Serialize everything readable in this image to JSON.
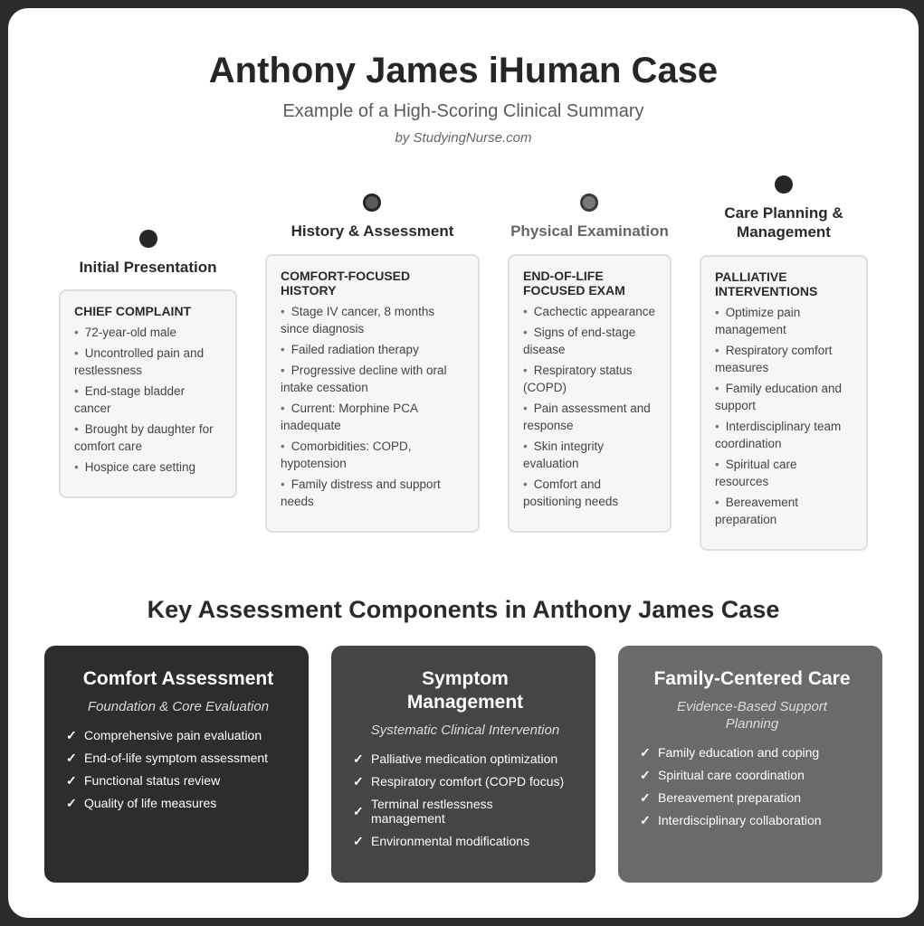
{
  "header": {
    "title": "Anthony James iHuman Case",
    "subtitle": "Example of a High-Scoring Clinical Summary",
    "byline": "by StudyingNurse.com"
  },
  "stages": [
    {
      "title": "Initial Presentation",
      "card_title": "CHIEF COMPLAINT",
      "items": [
        "72-year-old male",
        "Uncontrolled pain and restlessness",
        "End-stage bladder cancer",
        "Brought by daughter for comfort care",
        "Hospice care setting"
      ]
    },
    {
      "title": "History & Assessment",
      "card_title": "COMFORT-FOCUSED HISTORY",
      "items": [
        "Stage IV cancer, 8 months since diagnosis",
        "Failed radiation therapy",
        "Progressive decline with oral intake cessation",
        "Current: Morphine PCA inadequate",
        "Comorbidities: COPD, hypotension",
        "Family distress and support needs"
      ]
    },
    {
      "title": "Physical Examination",
      "card_title": "END-OF-LIFE FOCUSED EXAM",
      "items": [
        "Cachectic appearance",
        "Signs of end-stage disease",
        "Respiratory status (COPD)",
        "Pain assessment and response",
        "Skin integrity evaluation",
        "Comfort and positioning needs"
      ]
    },
    {
      "title": "Care Planning & Management",
      "card_title": "PALLIATIVE INTERVENTIONS",
      "items": [
        "Optimize pain management",
        "Respiratory comfort measures",
        "Family education and support",
        "Interdisciplinary team coordination",
        "Spiritual care resources",
        "Bereavement preparation"
      ]
    }
  ],
  "section_title": "Key Assessment Components in Anthony James Case",
  "panels": [
    {
      "title": "Comfort Assessment",
      "tagline": "Foundation & Core Evaluation",
      "items": [
        "Comprehensive pain evaluation",
        "End-of-life symptom assessment",
        "Functional status review",
        "Quality of life measures"
      ]
    },
    {
      "title": "Symptom Management",
      "tagline": "Systematic Clinical Intervention",
      "items": [
        "Palliative medication optimization",
        "Respiratory comfort (COPD focus)",
        "Terminal restlessness management",
        "Environmental modifications"
      ]
    },
    {
      "title": "Family-Centered Care",
      "tagline": "Evidence-Based Support Planning",
      "items": [
        "Family education and coping",
        "Spiritual care coordination",
        "Bereavement preparation",
        "Interdisciplinary collaboration"
      ]
    }
  ],
  "check_glyph": "✓",
  "colors": {
    "panel_1": "#2d2d2d",
    "panel_2": "#454545",
    "panel_3": "#6a6a6a",
    "background": "#2b2b2b",
    "card_bg": "#f6f6f6"
  }
}
